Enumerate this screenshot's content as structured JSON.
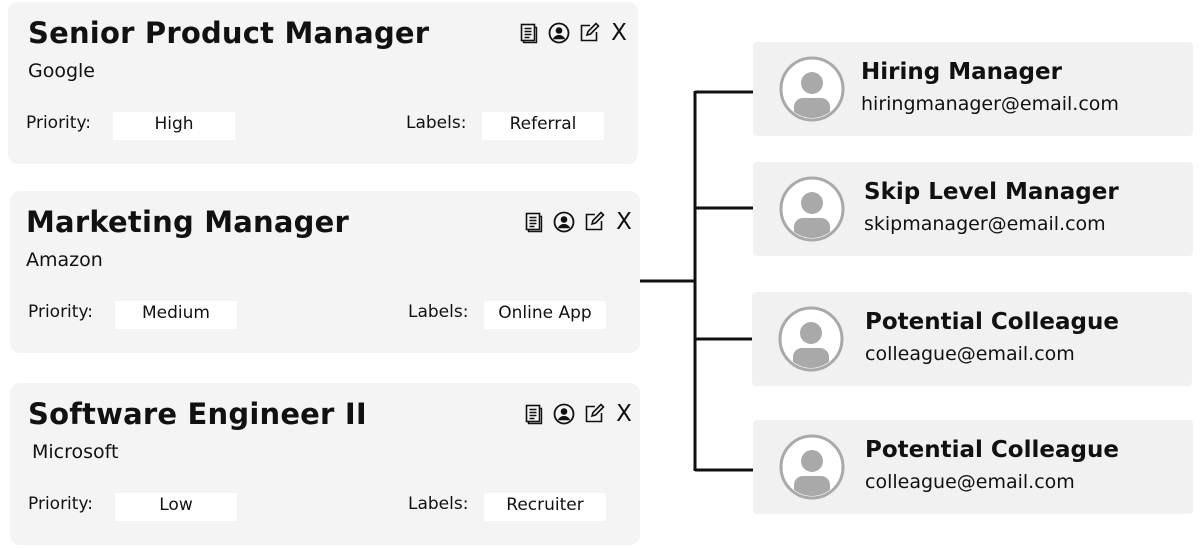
{
  "jobs": [
    {
      "title": "Senior Product Manager",
      "company": "Google",
      "priority_label": "Priority:",
      "priority": "High",
      "labels_label": "Labels:",
      "label": "Referral",
      "close_label": "X"
    },
    {
      "title": "Marketing Manager",
      "company": "Amazon",
      "priority_label": "Priority:",
      "priority": "Medium",
      "labels_label": "Labels:",
      "label": "Online App",
      "close_label": "X"
    },
    {
      "title": "Software Engineer II",
      "company": "Microsoft",
      "priority_label": "Priority:",
      "priority": "Low",
      "labels_label": "Labels:",
      "label": "Recruiter",
      "close_label": "X"
    }
  ],
  "job_card_icons": [
    "document-icon",
    "user-circle-icon",
    "edit-icon",
    "close-icon"
  ],
  "contacts": [
    {
      "name": "Hiring Manager",
      "email": "hiringmanager@email.com",
      "avatar_icon": "user-avatar-icon"
    },
    {
      "name": "Skip Level Manager",
      "email": "skipmanager@email.com",
      "avatar_icon": "user-avatar-icon"
    },
    {
      "name": "Potential Colleague",
      "email": "colleague@email.com",
      "avatar_icon": "user-avatar-icon"
    },
    {
      "name": "Potential Colleague",
      "email": "colleague@email.com",
      "avatar_icon": "user-avatar-icon"
    }
  ],
  "colors": {
    "card_background": "#f4f4f4",
    "contact_background": "#f1f1f1",
    "field_background": "#ffffff",
    "text": "#111111",
    "avatar_gray": "#a9a9a9",
    "connector": "#111111"
  }
}
